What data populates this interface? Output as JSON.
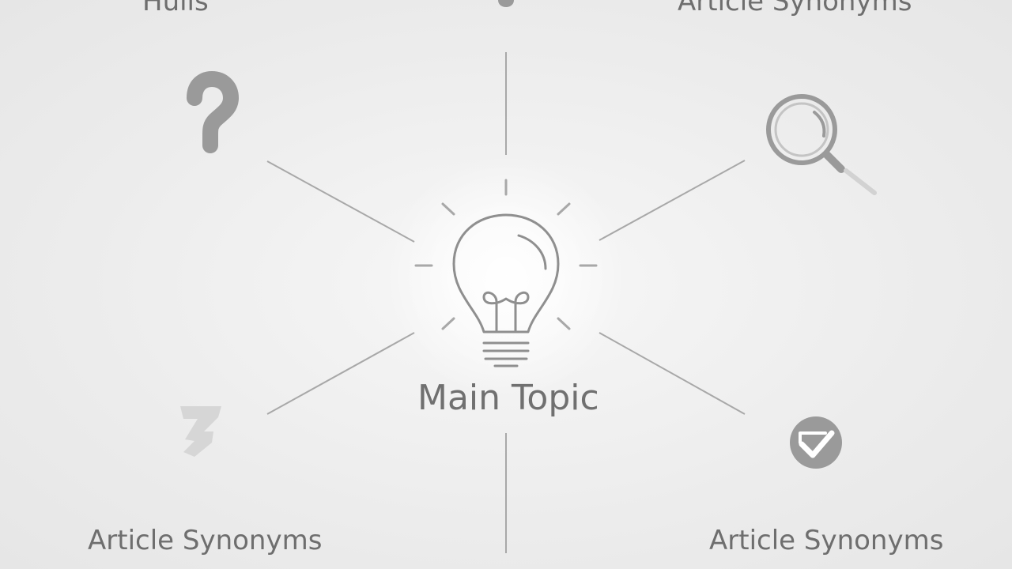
{
  "center": {
    "label": "Main Topic",
    "icon": "lightbulb-icon"
  },
  "labels": {
    "top_left": "Hulls",
    "top_right": "Article Synonyms",
    "bottom_left": "Article Synonyms",
    "bottom_right": "Article Synonyms"
  },
  "icons": {
    "top_left": "question-mark-icon",
    "top_right": "magnifier-icon",
    "bottom_left": "partial-glyph-icon",
    "bottom_right": "check-badge-icon",
    "top_center": "partial-dot-icon"
  },
  "colors": {
    "line": "#a8a8a8",
    "icon": "#9a9a9a",
    "text": "#6e6e6e"
  }
}
